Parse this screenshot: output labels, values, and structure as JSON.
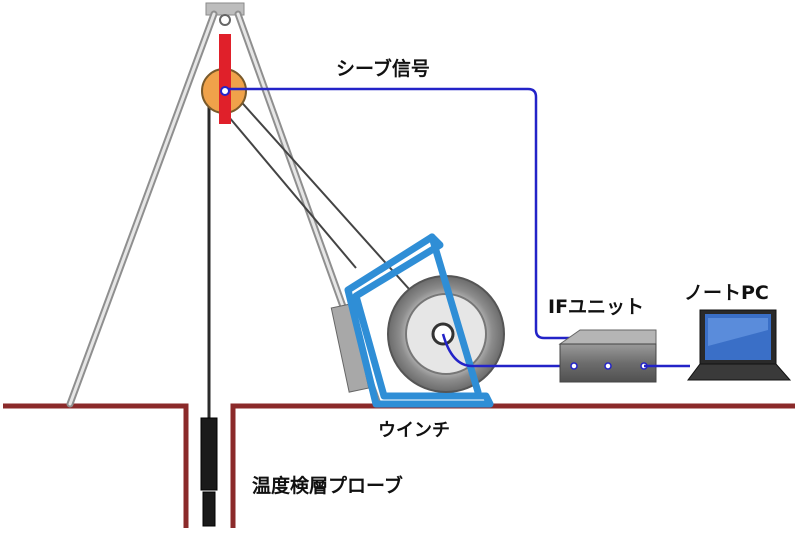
{
  "labels": {
    "sheave_signal": "シーブ信号",
    "if_unit": "IFユニット",
    "notebook_pc": "ノートPC",
    "winch": "ウインチ",
    "probe": "温度検層プローブ"
  },
  "colors": {
    "signal_cable": "#2323c8",
    "winch_frame": "#2f8ed6",
    "ground_line": "#8b2a2a",
    "sheave_body": "#f0a24a",
    "sheave_bracket": "#e0202a",
    "tripod_leg": "#b8b8b8",
    "probe": "#1a1a1a"
  }
}
